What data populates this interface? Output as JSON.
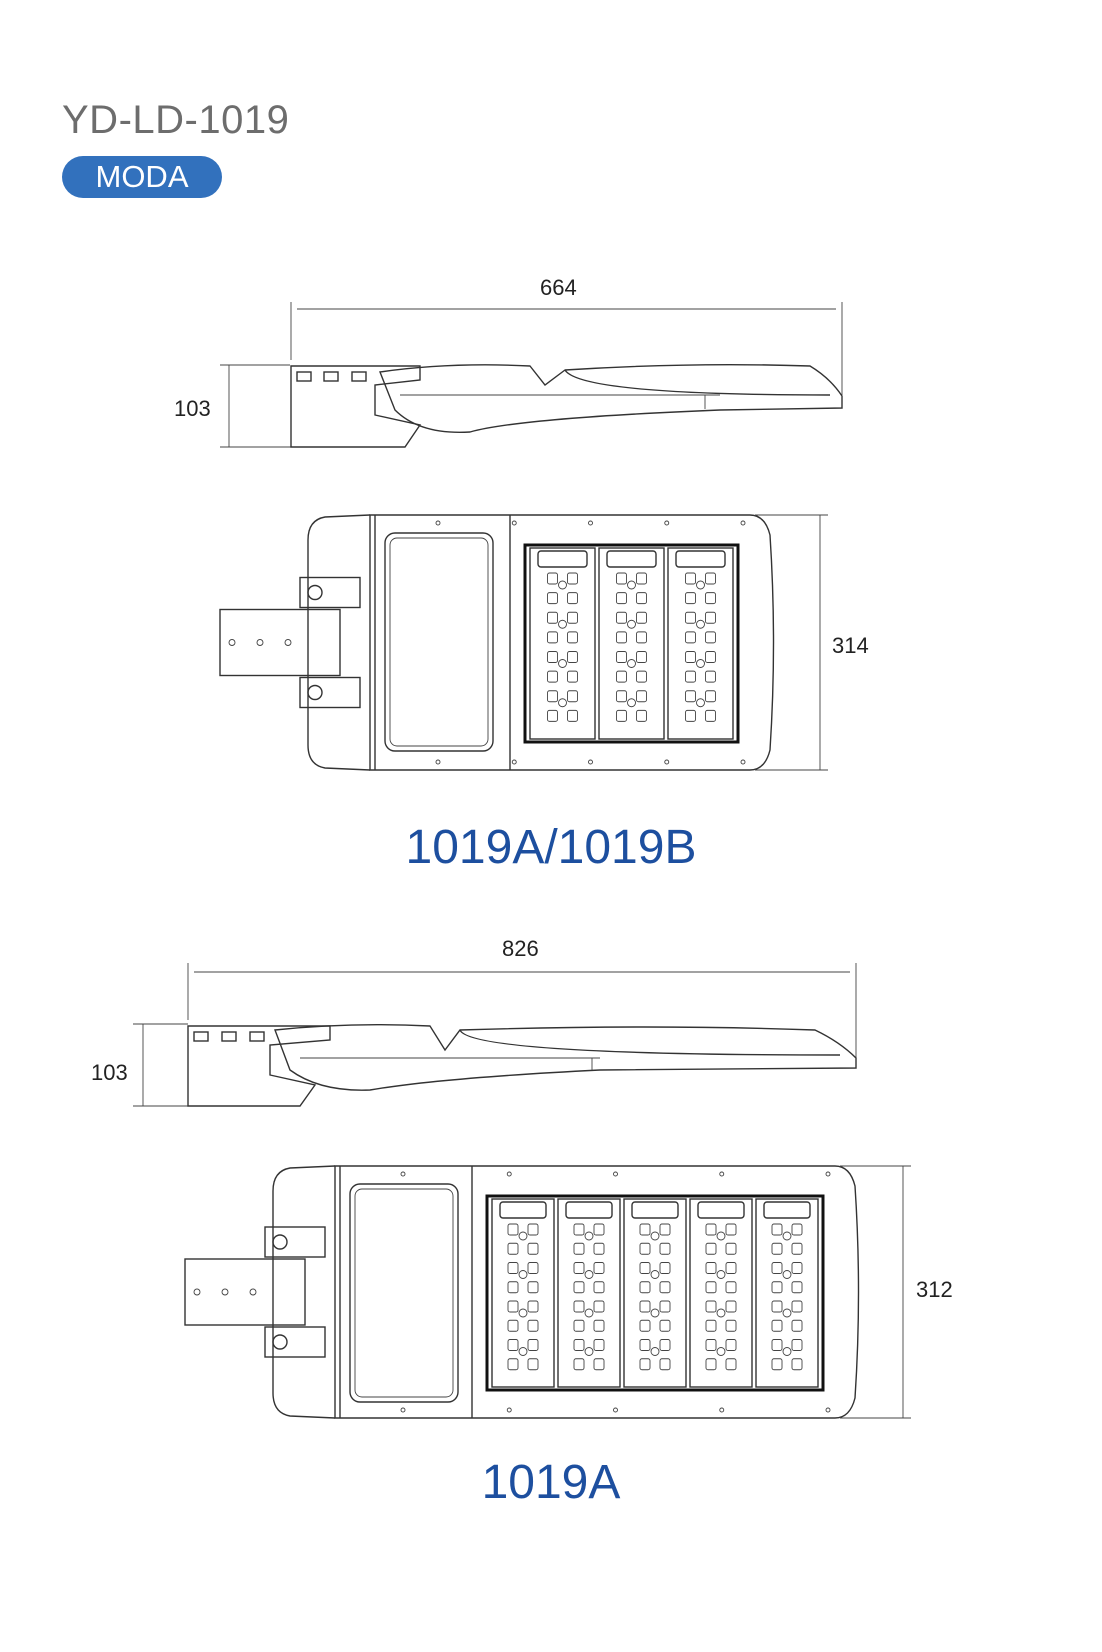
{
  "header": {
    "title": "YD-LD-1019",
    "badge": "MODA"
  },
  "drawings": [
    {
      "model_label": "1019A/1019B",
      "length_mm": "664",
      "height_mm": "103",
      "width_mm": "314",
      "led_modules": 3
    },
    {
      "model_label": "1019A",
      "length_mm": "826",
      "height_mm": "103",
      "width_mm": "312",
      "led_modules": 5
    }
  ],
  "colors": {
    "badge": "#3271bd",
    "model_label": "#1d4f9f",
    "title": "#6d6d6d"
  }
}
